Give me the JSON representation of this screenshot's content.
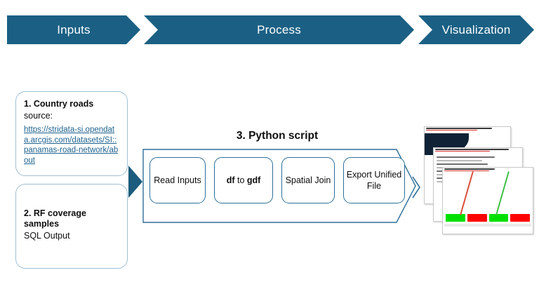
{
  "banner": {
    "stages": [
      {
        "label": "Inputs",
        "name": "banner-stage-inputs"
      },
      {
        "label": "Process",
        "name": "banner-stage-process"
      },
      {
        "label": "Visualization",
        "name": "banner-stage-visualization"
      }
    ],
    "color": "#1b6084"
  },
  "inputs": {
    "roads": {
      "title": "1. Country roads",
      "subtitle": "source:",
      "link": "https://stridata-si.opendata.arcgis.com/datasets/SI::panamas-road-network/about",
      "link_color": "#1f6390"
    },
    "rf": {
      "title": "2. RF coverage samples",
      "subtitle": "SQL Output"
    }
  },
  "process": {
    "heading": "3. Python script",
    "steps": [
      {
        "text": "Read Inputs",
        "name": "process-step-read-inputs"
      },
      {
        "text": "df to gdf",
        "name": "process-step-df-to-gdf",
        "bold_parts": [
          "df",
          "gdf"
        ]
      },
      {
        "text": "Spatial Join",
        "name": "process-step-spatial-join"
      },
      {
        "text": "Export Unified File",
        "name": "process-step-export-unified-file"
      }
    ],
    "outline_color": "#2e6f99"
  },
  "visualization": {
    "thumbnails": [
      {
        "name": "dashboard-thumbnail-coverage-levels"
      },
      {
        "name": "dashboard-thumbnail-coverage-on-site"
      },
      {
        "name": "dashboard-thumbnail-before-after"
      }
    ],
    "kpi_colors": [
      "#00e000",
      "#ff0000",
      "#00e000",
      "#ff0000"
    ],
    "title_color": "#3a3a3a",
    "subtitle_color": "#d92b2b"
  },
  "arrows": {
    "input_to_process_color": "#1b5b7d",
    "process_to_visual_color": "#2e6f99"
  }
}
